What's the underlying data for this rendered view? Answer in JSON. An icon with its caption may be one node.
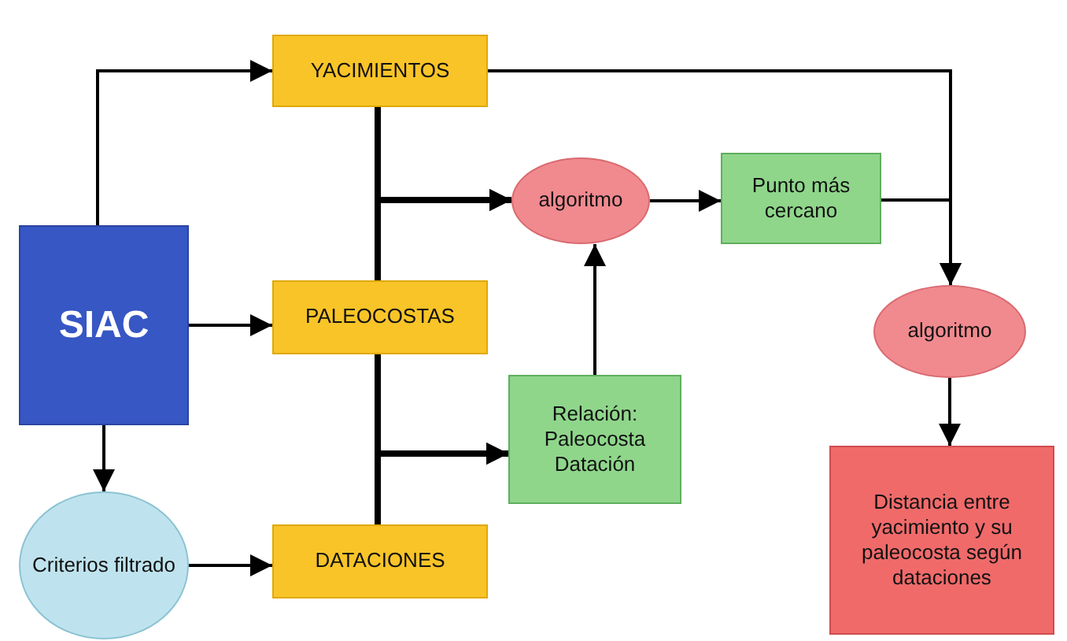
{
  "diagram": {
    "nodes": [
      {
        "text": [
          "SIAC"
        ]
      },
      {
        "text": [
          "YACIMIENTOS"
        ]
      },
      {
        "text": [
          "PALEOCOSTAS"
        ]
      },
      {
        "text": [
          "DATACIONES"
        ]
      },
      {
        "text": [
          "Criterios filtrado"
        ]
      },
      {
        "text": [
          "algoritmo"
        ]
      },
      {
        "text": [
          "Punto más cercano"
        ]
      },
      {
        "text": [
          "Relación: Paleocosta Datación"
        ]
      },
      {
        "text": [
          "algoritmo"
        ]
      },
      {
        "text": [
          "Distancia entre yacimiento y su paleocosta según dataciones"
        ]
      }
    ],
    "edges": [
      {
        "from": 0,
        "to": 1,
        "arrow": "to"
      },
      {
        "from": 0,
        "to": 2,
        "arrow": "to"
      },
      {
        "from": 0,
        "to": 4,
        "arrow": "to"
      },
      {
        "from": 4,
        "to": 3,
        "arrow": "to"
      },
      {
        "from": 1,
        "to": 8,
        "arrow": "to"
      },
      {
        "from": 1,
        "to": 5,
        "arrow": "to",
        "style": "thick"
      },
      {
        "from": 2,
        "to": 5,
        "arrow": "to",
        "style": "thick"
      },
      {
        "from": 2,
        "to": 7,
        "arrow": "to",
        "style": "thick"
      },
      {
        "from": 3,
        "to": 7,
        "arrow": "to",
        "style": "thick"
      },
      {
        "from": 5,
        "to": 6,
        "arrow": "to"
      },
      {
        "from": 6,
        "to": 8,
        "arrow": "to"
      },
      {
        "from": 7,
        "to": 5,
        "arrow": "to"
      },
      {
        "from": 8,
        "to": 9,
        "arrow": "to"
      }
    ]
  }
}
